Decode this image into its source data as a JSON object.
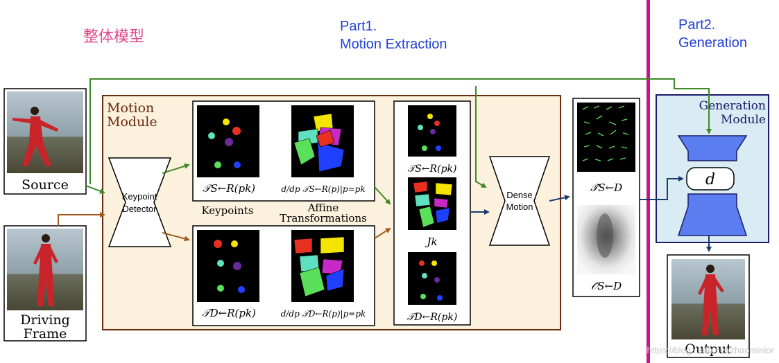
{
  "header": {
    "title_cn": "整体模型",
    "part1_line1": "Part1.",
    "part1_line2": "Motion Extraction",
    "part2_line1": "Part2.",
    "part2_line2": "Generation"
  },
  "labels": {
    "source": "Source",
    "driving_line1": "Driving",
    "driving_line2": "Frame",
    "output": "Output",
    "motion_module_line1": "Motion",
    "motion_module_line2": "Module",
    "generation_module_line1": "Generation",
    "generation_module_line2": "Module",
    "keypoint_detector_line1": "Keypoint",
    "keypoint_detector_line2": "Detector",
    "keypoints": "Keypoints",
    "affine_line1": "Affine",
    "affine_line2": "Transformations",
    "dense_motion_line1": "Dense",
    "dense_motion_line2": "Motion",
    "d_symbol": "d"
  },
  "formulas": {
    "t_s_r": "𝒯S←R(pk)",
    "t_d_r": "𝒯D←R(pk)",
    "deriv_s": "d/dp 𝒯S←R(p)|p=pk",
    "deriv_d": "d/dp 𝒯D←R(p)|p=pk",
    "jk": "Jk",
    "t_hat_s_d": "𝒯̂S←D",
    "o_hat_s_d": "𝒪̂S←D"
  },
  "watermark": "https://blog.csdn.net/zhaominior",
  "colors": {
    "title_cn": "#e0448a",
    "part_text": "#1f3fd6",
    "divider": "#c8148c",
    "motion_border": "#6a2a10",
    "motion_fill": "#fbf1dc",
    "gen_border": "#1a1a6a",
    "gen_fill": "#d9ebf3",
    "arrow_green": "#3e8a24",
    "arrow_brown": "#a45a1c",
    "arrow_navy": "#1c3a6e",
    "trapezoid": "#5a7ef0"
  }
}
